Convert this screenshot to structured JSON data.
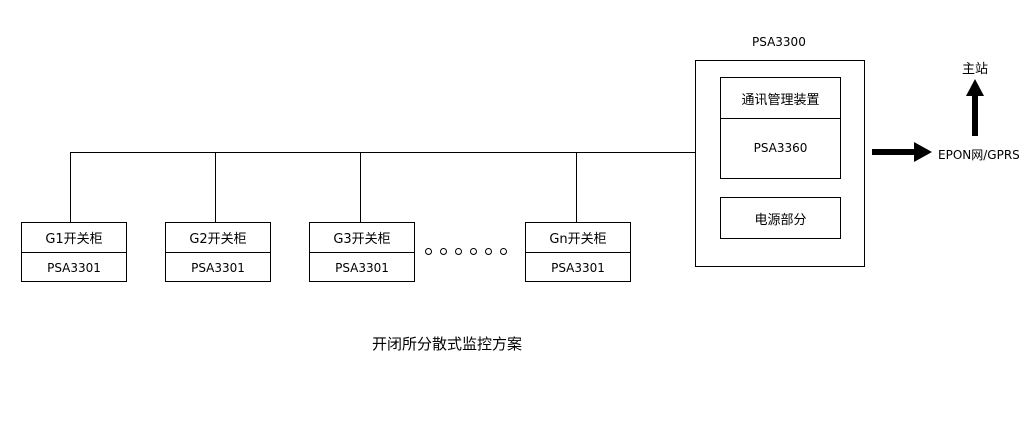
{
  "bus_device": {
    "model": "PSA3300",
    "comm_unit": {
      "title": "通讯管理装置",
      "model": "PSA3360"
    },
    "power_unit": {
      "title": "电源部分"
    }
  },
  "cabinets": [
    {
      "name": "G1开关柜",
      "model": "PSA3301"
    },
    {
      "name": "G2开关柜",
      "model": "PSA3301"
    },
    {
      "name": "G3开关柜",
      "model": "PSA3301"
    },
    {
      "name": "Gn开关柜",
      "model": "PSA3301"
    }
  ],
  "network_label": "EPON网/GPRS",
  "master_station": "主站",
  "caption": "开闭所分散式监控方案"
}
